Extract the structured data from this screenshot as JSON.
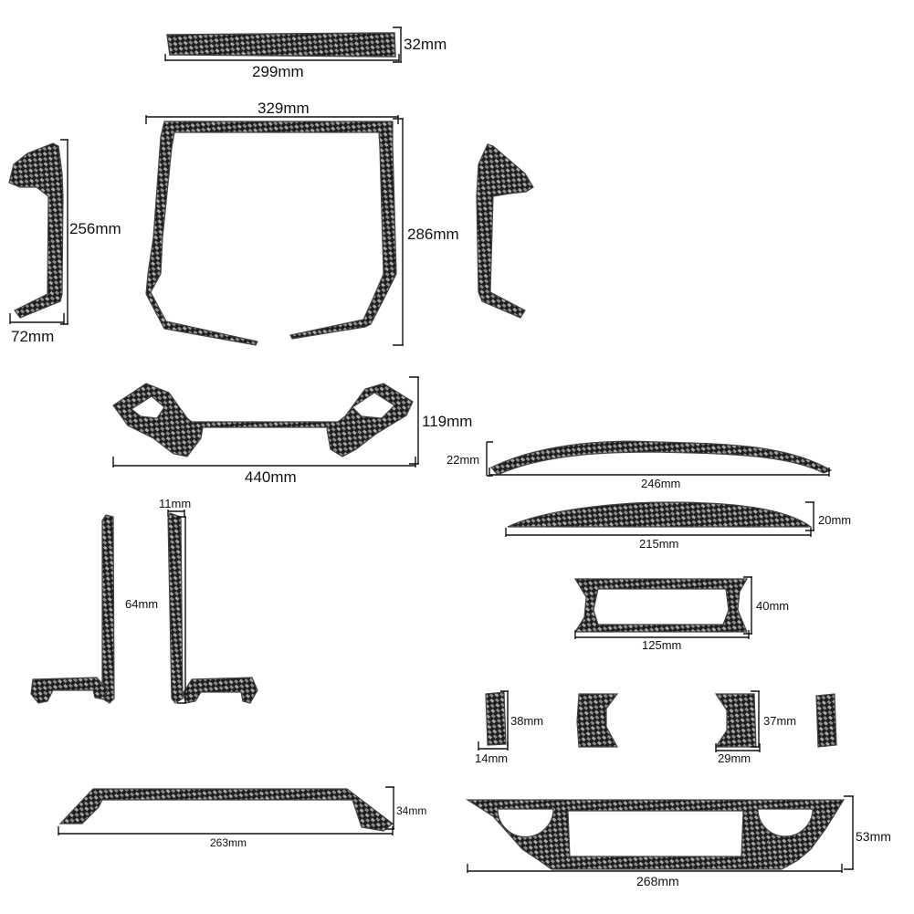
{
  "diagram": {
    "colors": {
      "carbon_base": "#222222",
      "carbon_weave": "#9a9a9a",
      "carbon_edge": "#444444",
      "dimension_line": "#111111"
    },
    "parts": [
      {
        "id": "top-strip",
        "width_label": "299mm",
        "height_label": "32mm"
      },
      {
        "id": "left-pillar",
        "width_label": "72mm",
        "height_label": "256mm"
      },
      {
        "id": "center-frame",
        "width_label": "329mm",
        "height_label": "286mm"
      },
      {
        "id": "right-pillar"
      },
      {
        "id": "vent-panel",
        "width_label": "440mm",
        "height_label": "119mm"
      },
      {
        "id": "arc-strip",
        "width_label": "246mm",
        "height_label": "22mm"
      },
      {
        "id": "lens-strip",
        "width_label": "215mm",
        "height_label": "20mm"
      },
      {
        "id": "screen-frame",
        "width_label": "125mm",
        "height_label": "40mm"
      },
      {
        "id": "vertical-trims",
        "width_label": "11mm",
        "height_label": "64mm"
      },
      {
        "id": "small-tab-left",
        "width_label": "14mm",
        "height_label": "38mm"
      },
      {
        "id": "small-tab-right",
        "width_label": "29mm",
        "height_label": "37mm"
      },
      {
        "id": "bottom-left-frame",
        "width_label": "263mm",
        "height_label": "34mm"
      },
      {
        "id": "bottom-right-frame",
        "width_label": "268mm",
        "height_label": "53mm"
      }
    ]
  }
}
